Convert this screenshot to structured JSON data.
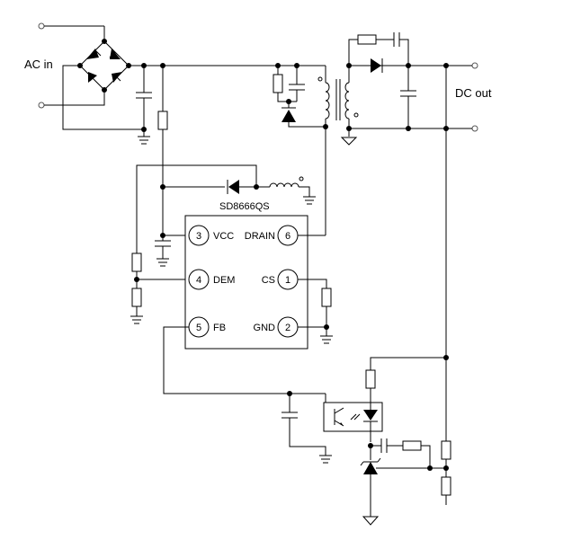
{
  "labels": {
    "ac_in": "AC in",
    "dc_out": "DC out",
    "chip": "SD8666QS"
  },
  "pins": [
    {
      "num": "3",
      "name": "VCC"
    },
    {
      "num": "4",
      "name": "DEM"
    },
    {
      "num": "5",
      "name": "FB"
    },
    {
      "num": "6",
      "name": "DRAIN"
    },
    {
      "num": "1",
      "name": "CS"
    },
    {
      "num": "2",
      "name": "GND"
    }
  ]
}
